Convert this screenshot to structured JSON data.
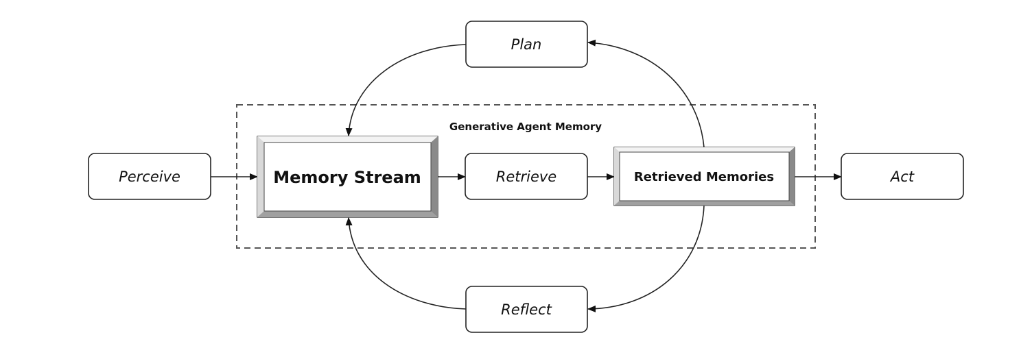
{
  "diagram": {
    "container_label": "Generative Agent Memory",
    "nodes": {
      "perceive": "Perceive",
      "memory_stream": "Memory Stream",
      "retrieve": "Retrieve",
      "retrieved_memories": "Retrieved Memories",
      "act": "Act",
      "plan": "Plan",
      "reflect": "Reflect"
    }
  },
  "colors": {
    "stroke": "#222222",
    "bevel_light": "#f3f3f3",
    "bevel_dark": "#8a8a8a",
    "bevel_mid": "#b8b8b8",
    "dashed_border": "#555555"
  }
}
